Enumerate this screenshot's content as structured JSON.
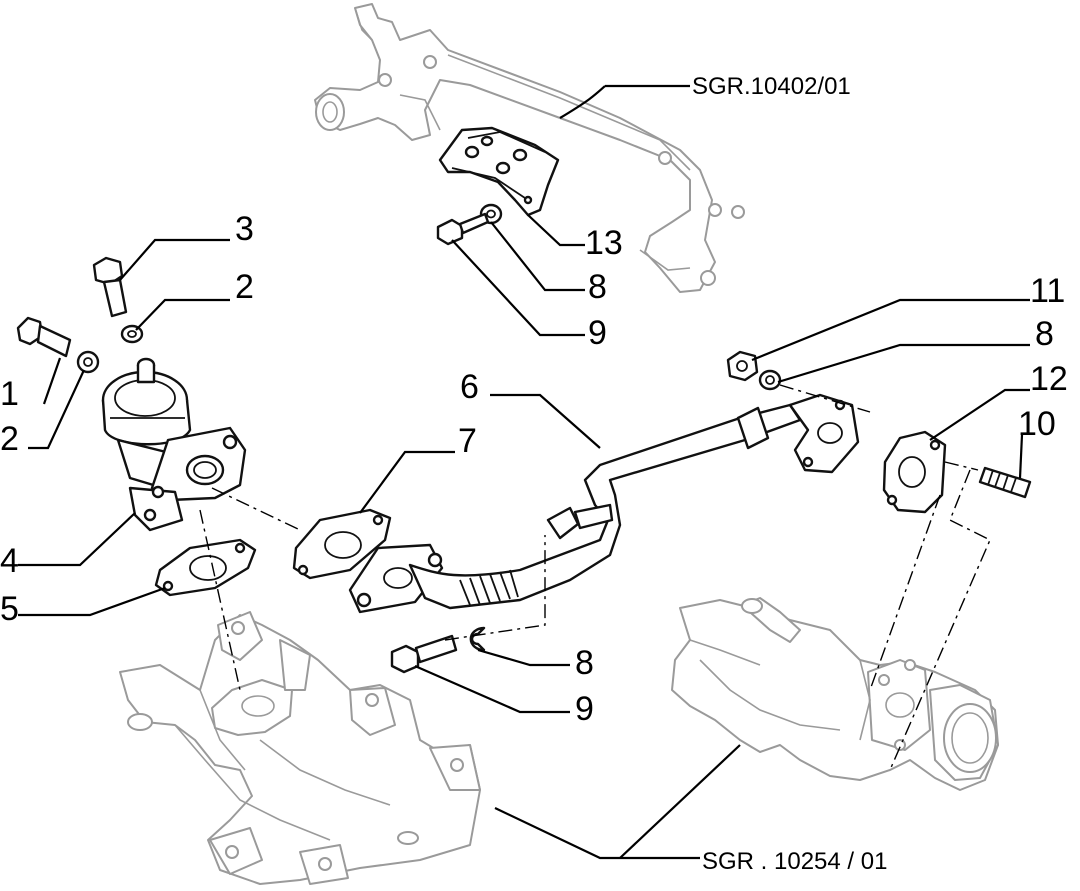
{
  "references": {
    "upper": "SGR.10402/01",
    "lower": "SGR . 10254 / 01"
  },
  "callouts": {
    "c1": "1",
    "c2a": "2",
    "c2b": "2",
    "c3": "3",
    "c4": "4",
    "c5": "5",
    "c6": "6",
    "c7": "7",
    "c8a": "8",
    "c8b": "8",
    "c8c": "8",
    "c9a": "9",
    "c9b": "9",
    "c10": "10",
    "c11": "11",
    "c12": "12",
    "c13": "13"
  }
}
